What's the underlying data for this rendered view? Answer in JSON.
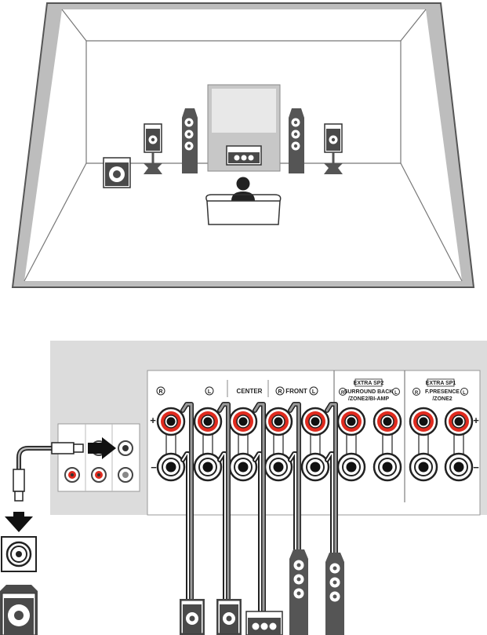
{
  "labels": {
    "right_mark_1": "R",
    "left_mark_1": "L",
    "center": "CENTER",
    "right_mark_2": "R",
    "front": "FRONT",
    "left_mark_2": "L",
    "extra_sp2": "EXTRA SP2",
    "sb_line1": "SURROUND BACK",
    "sb_line2": "/ZONE2/BI-AMP",
    "sb_r": "R",
    "sb_l": "L",
    "extra_sp1": "EXTRA SP1",
    "fp_line1": "F.PRESENCE",
    "fp_line2": "/ZONE2",
    "fp_r": "R",
    "fp_l": "L",
    "plus_left": "+",
    "minus_left": "−",
    "plus_right": "+",
    "minus_right": "−"
  },
  "colors": {
    "terminal_red": "#e02a1e",
    "panel_gray": "#dcdcdc",
    "cable": "#9b9b9b"
  }
}
